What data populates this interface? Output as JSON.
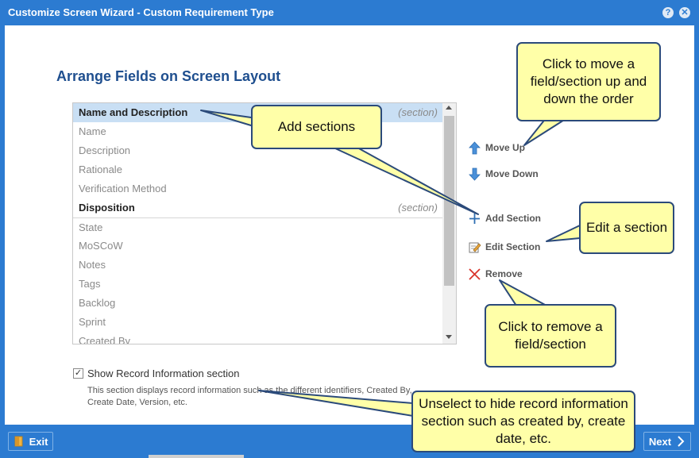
{
  "window": {
    "title": "Customize Screen Wizard - Custom Requirement Type",
    "help_label": "?",
    "close_label": "✕"
  },
  "heading": "Arrange Fields on Screen Layout",
  "list": {
    "items": [
      {
        "label": "Name and Description",
        "tag": "(section)"
      },
      {
        "label": "Name",
        "tag": ""
      },
      {
        "label": "Description",
        "tag": ""
      },
      {
        "label": "Rationale",
        "tag": ""
      },
      {
        "label": "Verification Method",
        "tag": ""
      },
      {
        "label": "Disposition",
        "tag": "(section)"
      },
      {
        "label": "State",
        "tag": ""
      },
      {
        "label": "MoSCoW",
        "tag": ""
      },
      {
        "label": "Notes",
        "tag": ""
      },
      {
        "label": "Tags",
        "tag": ""
      },
      {
        "label": "Backlog",
        "tag": ""
      },
      {
        "label": "Sprint",
        "tag": ""
      },
      {
        "label": "Created By",
        "tag": ""
      }
    ]
  },
  "actions": {
    "move_up": "Move Up",
    "move_down": "Move Down",
    "add_section": "Add Section",
    "edit_section": "Edit Section",
    "remove": "Remove"
  },
  "record_info": {
    "checked": true,
    "label": "Show Record Information section",
    "description": "This section displays record information such as the different identifiers, Created By, Create Date, Version, etc."
  },
  "footer": {
    "exit_label": "Exit",
    "next_label": "Next"
  },
  "callouts": {
    "move": "Click to move a field/section up and down the order",
    "add": "Add sections",
    "edit": "Edit a section",
    "remove": "Click to remove a field/section",
    "unselect": "Unselect to hide record information section such as created by, create date, etc."
  },
  "colors": {
    "accent": "#2c7bd1",
    "heading": "#1f4f8f",
    "selected_row": "#c9dff4",
    "callout_fill": "#ffffa8",
    "callout_border": "#2b4a7a",
    "remove_icon": "#d9342b",
    "arrow_icon": "#4a90d9"
  }
}
